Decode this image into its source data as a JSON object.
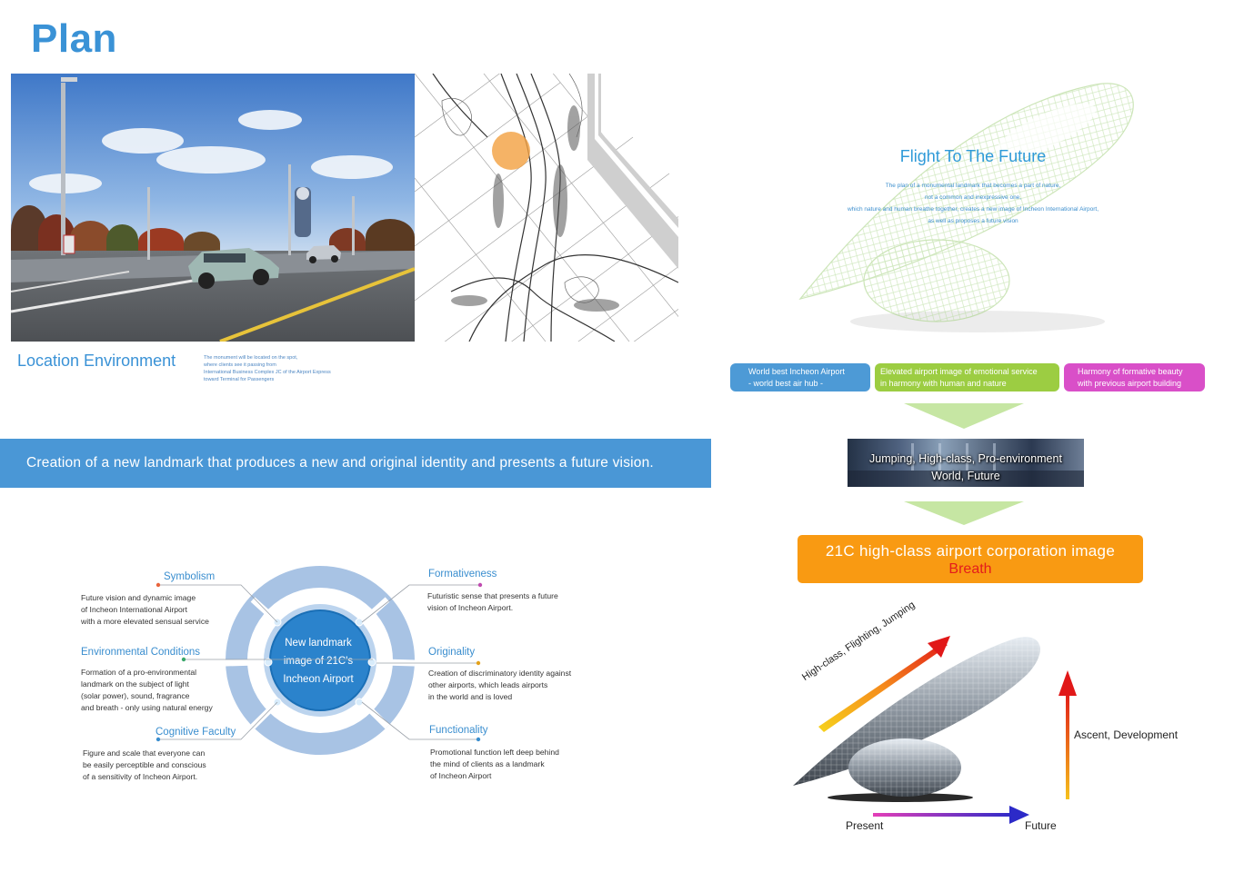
{
  "page": {
    "title": "Plan"
  },
  "location": {
    "title": "Location Environment",
    "description": [
      "The monument will be located on the spot,",
      "where clients see it passing from",
      "International Business Complex JC of the Airport Express",
      "toward Terminal for Passengers"
    ]
  },
  "banner": {
    "text": "Creation of a new landmark that produces a new and original identity and presents a future vision."
  },
  "diagram": {
    "center": [
      "New landmark",
      "image of 21C's",
      "Incheon Airport"
    ],
    "items": [
      {
        "title": "Symbolism",
        "lines": [
          "Future vision and dynamic image",
          "of Incheon International Airport",
          "with a more elevated sensual service"
        ]
      },
      {
        "title": "Environmental Conditions",
        "lines": [
          "Formation of a pro-environmental",
          "landmark on the subject of light",
          "(solar power), sound, fragrance",
          "and breath - only using natural energy"
        ]
      },
      {
        "title": "Cognitive Faculty",
        "lines": [
          "Figure and scale that everyone can",
          "be easily perceptible and conscious",
          "of a sensitivity of Incheon Airport."
        ]
      },
      {
        "title": "Formativeness",
        "lines": [
          "Futuristic sense that presents a future",
          "vision of Incheon Airport."
        ]
      },
      {
        "title": "Originality",
        "lines": [
          "Creation of discriminatory identity against",
          "other airports, which leads airports",
          "in the world and is loved"
        ]
      },
      {
        "title": "Functionality",
        "lines": [
          "Promotional function left deep behind",
          "the mind of clients as a landmark",
          "of Incheon Airport"
        ]
      }
    ]
  },
  "flight": {
    "title": "Flight To The Future",
    "description": [
      "The plan of a monumental landmark that becomes a part of nature,",
      "not a common and inexpressive one,",
      "which nature and human breathe together, creates a new image of Incheon International Airport,",
      "as well as proposes a future vision"
    ]
  },
  "boxes": [
    {
      "lines": [
        "World best Incheon Airport",
        "- world best air hub -"
      ],
      "color": "#4d9ad6"
    },
    {
      "lines": [
        "Elevated airport image of emotional service",
        "in harmony with human and nature"
      ],
      "color": "#9ccd42"
    },
    {
      "lines": [
        "Harmony of formative beauty",
        "with previous airport building"
      ],
      "color": "#d94fc8"
    }
  ],
  "keywords": {
    "lines": [
      "Jumping, High-class, Pro-environment",
      "World, Future"
    ]
  },
  "result": {
    "line1": "21C high-class airport corporation image",
    "line2": "Breath"
  },
  "bottom": {
    "diagonal_label": "High-class, Flighting, Jumping",
    "vertical_label": "Ascent, Development",
    "present_label": "Present",
    "future_label": "Future"
  },
  "colors": {
    "accent_blue": "#3a92d6",
    "banner_blue": "#4a97d6",
    "orange": "#f99a12",
    "breath_red": "#e41c1c"
  }
}
